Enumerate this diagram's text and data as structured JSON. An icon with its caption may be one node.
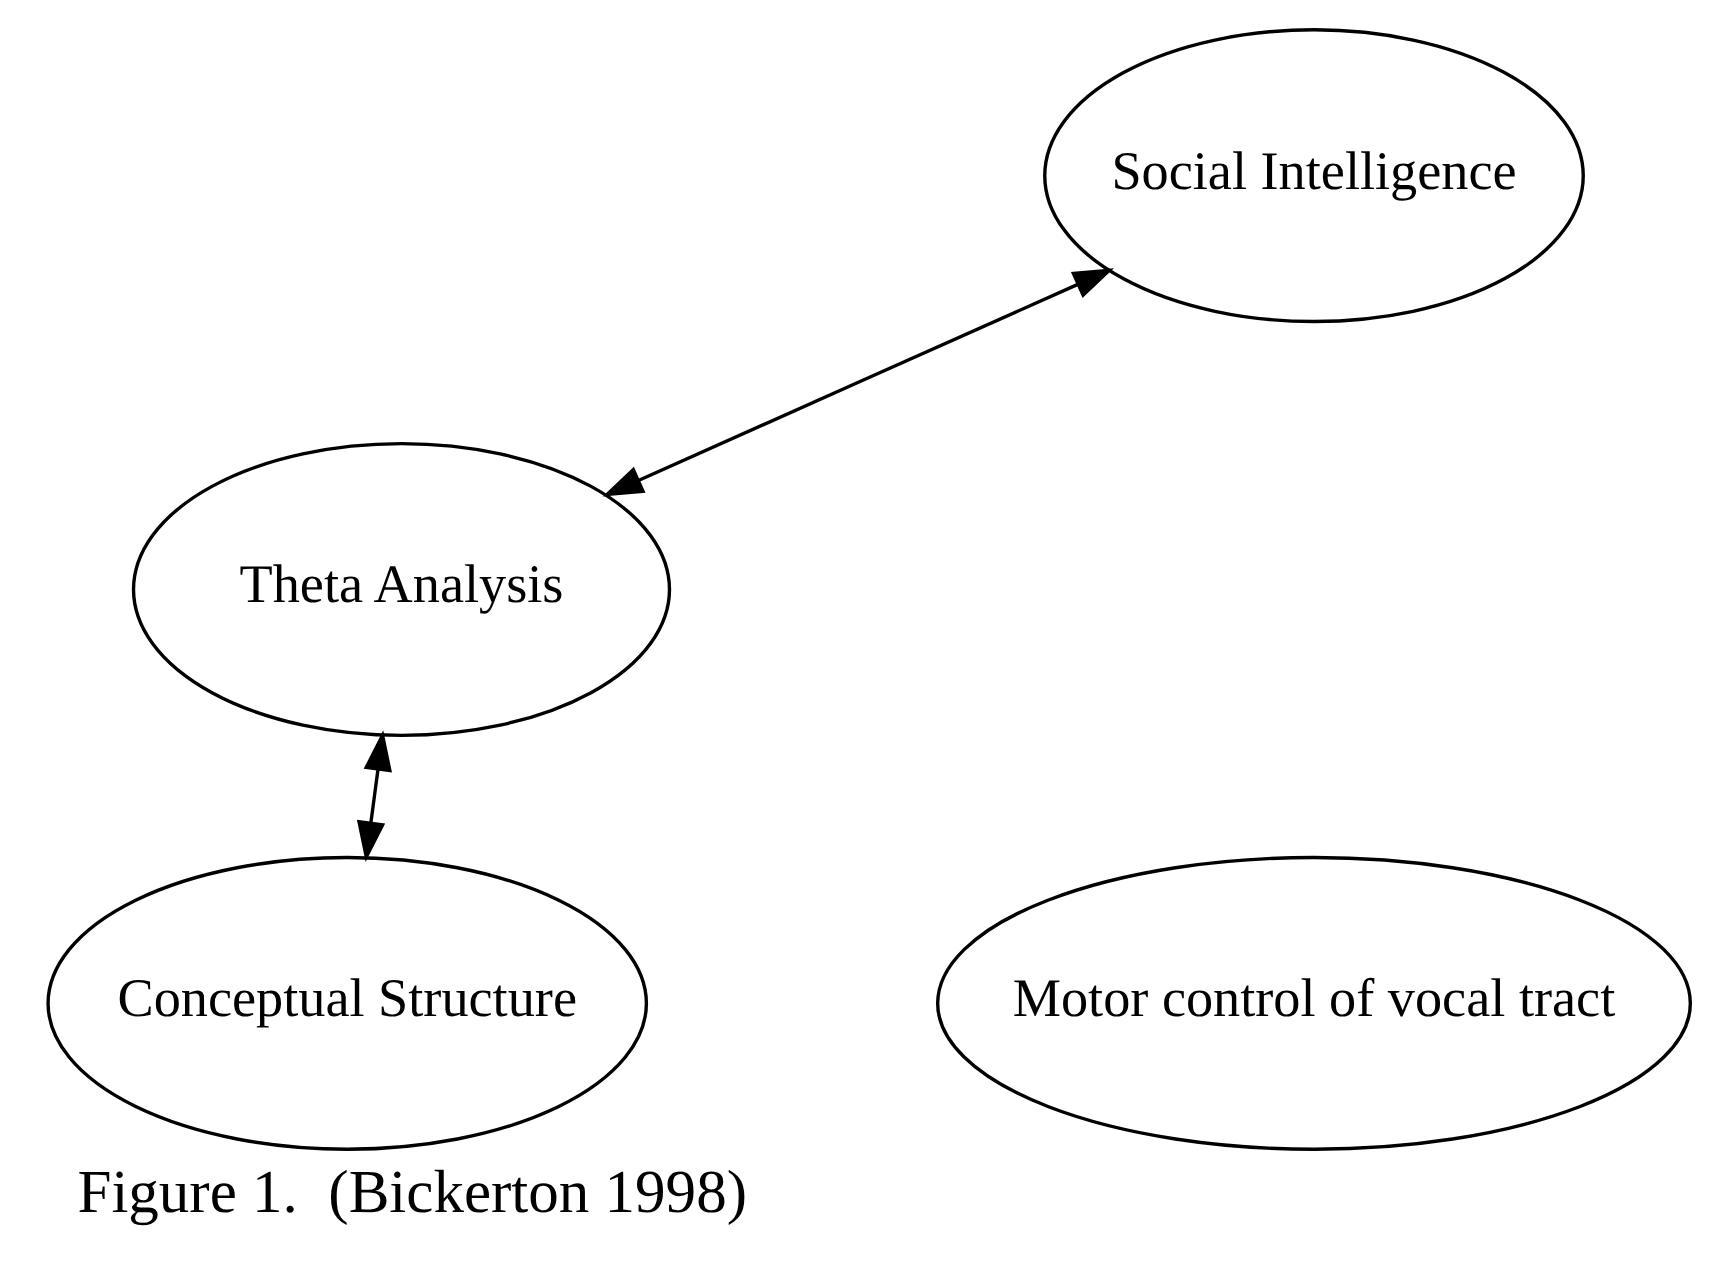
{
  "diagram": {
    "caption": "Figure 1.  (Bickerton 1998)",
    "nodes": [
      {
        "text": [
          "Social Intelligence"
        ]
      },
      {
        "text": [
          "Theta Analysis"
        ]
      },
      {
        "text": [
          "Conceptual Structure"
        ]
      },
      {
        "text": [
          "Motor control of vocal tract"
        ]
      }
    ],
    "edges": [
      {
        "from": 0,
        "to": 1,
        "arrow": "both"
      },
      {
        "from": 1,
        "to": 2,
        "arrow": "both"
      }
    ]
  }
}
